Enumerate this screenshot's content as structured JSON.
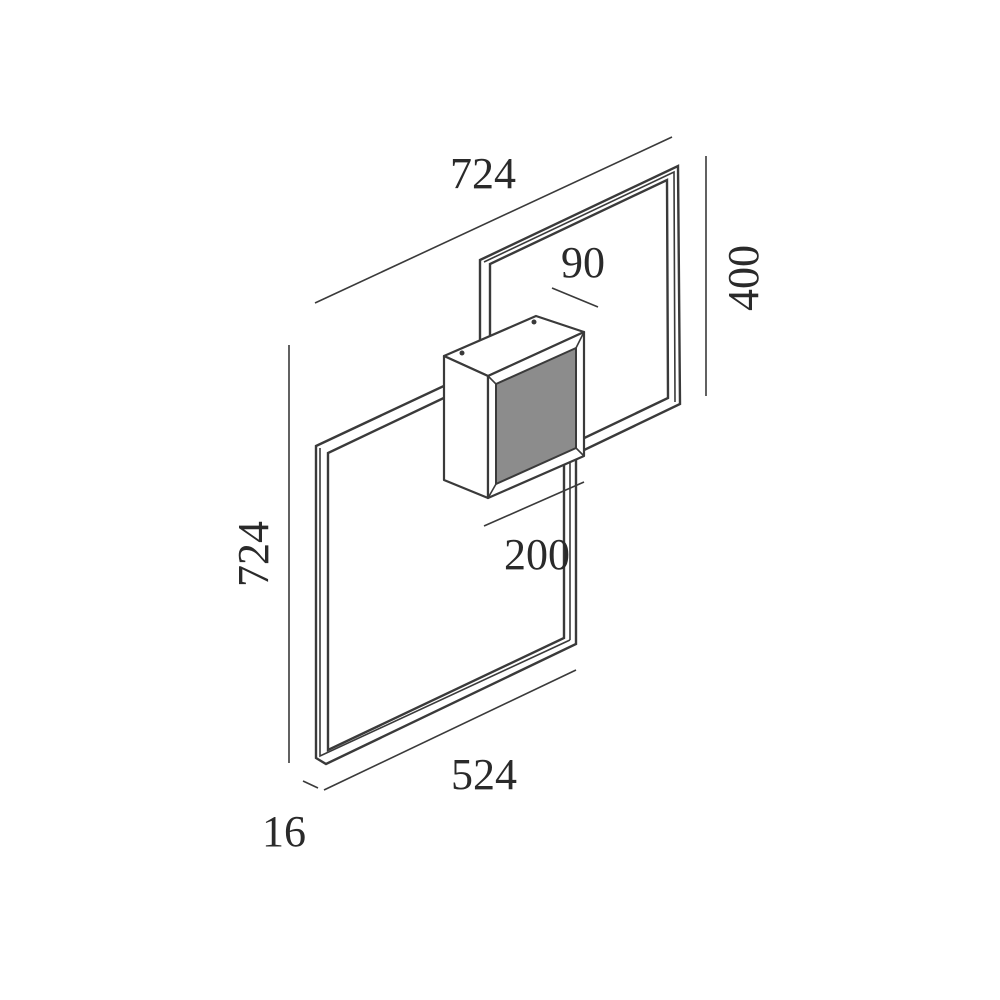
{
  "dimensions": {
    "top_width": "724",
    "right_height": "400",
    "module_depth": "90",
    "module_width": "200",
    "left_height": "724",
    "bottom_width": "524",
    "profile_thickness": "16"
  },
  "colors": {
    "line": "#3a3a3a",
    "glass": "#8c8c8c",
    "background": "#ffffff"
  }
}
